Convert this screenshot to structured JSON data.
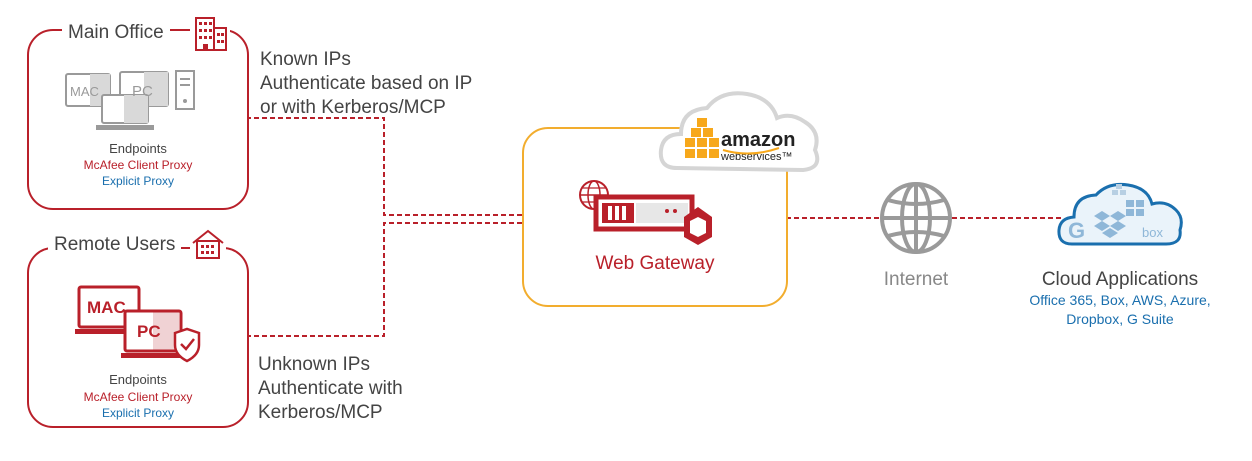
{
  "main_office": {
    "title": "Main Office",
    "mac_label": "MAC",
    "pc_label": "PC",
    "endpoints_label": "Endpoints",
    "client_proxy": "McAfee Client Proxy",
    "explicit_proxy": "Explicit Proxy"
  },
  "remote_users": {
    "title": "Remote Users",
    "mac_label": "MAC",
    "pc_label": "PC",
    "endpoints_label": "Endpoints",
    "client_proxy": "McAfee Client Proxy",
    "explicit_proxy": "Explicit Proxy"
  },
  "known_ips_note": {
    "line1": "Known IPs",
    "line2": "Authenticate based on IP",
    "line3": "or with Kerberos/MCP"
  },
  "unknown_ips_note": {
    "line1": "Unknown IPs",
    "line2": "Authenticate with",
    "line3": "Kerberos/MCP"
  },
  "gateway": {
    "label": "Web Gateway",
    "aws_name": "amazon",
    "aws_sub": "webservices™"
  },
  "internet": {
    "label": "Internet"
  },
  "cloud_apps": {
    "title": "Cloud Applications",
    "line1": "Office 365, Box, AWS, Azure,",
    "line2": "Dropbox, G Suite",
    "google_glyph": "G",
    "box_glyph": "box"
  },
  "colors": {
    "brand_red": "#b9202a",
    "gateway_orange": "#f2ad2e",
    "link_blue": "#1a6fae",
    "aws_orange": "#f7a81b"
  }
}
